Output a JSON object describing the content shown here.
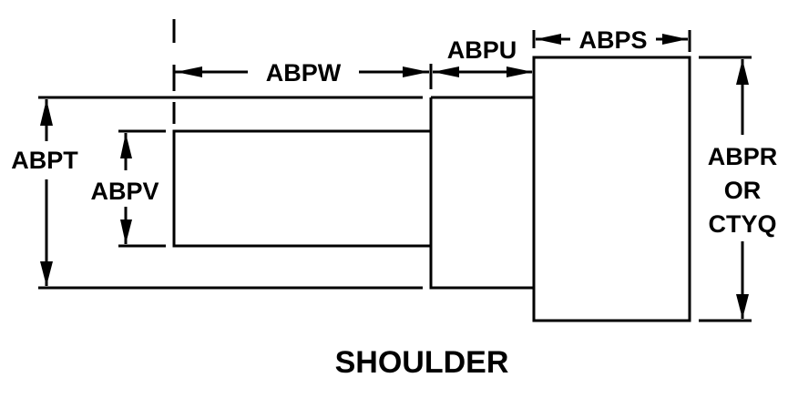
{
  "diagram": {
    "title": "SHOULDER",
    "colors": {
      "line": "#000000",
      "background": "#ffffff"
    },
    "dimensions": {
      "overall_length": {
        "label": "ABPW"
      },
      "shoulder_length": {
        "label": "ABPU"
      },
      "head_length": {
        "label": "ABPS"
      },
      "shoulder_diameter": {
        "label": "ABPT"
      },
      "shaft_diameter": {
        "label": "ABPV"
      },
      "head_diameter": {
        "lines": [
          "ABPR",
          "OR",
          "CTYQ"
        ]
      }
    }
  }
}
